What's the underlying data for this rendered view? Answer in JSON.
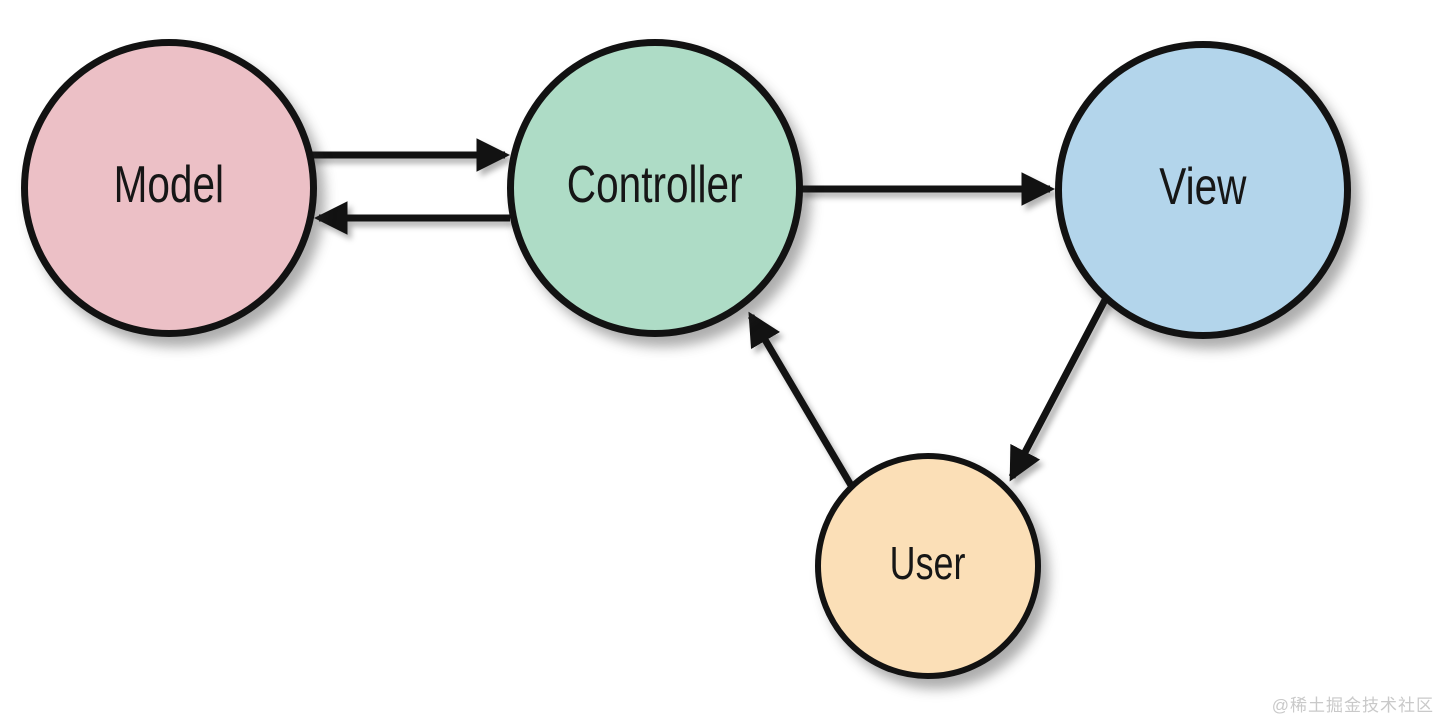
{
  "diagram": {
    "type": "flow-diagram",
    "subject": "MVC pattern with user interaction",
    "nodes": [
      {
        "id": "model",
        "label": "Model",
        "fill": "#ecc0c6"
      },
      {
        "id": "controller",
        "label": "Controller",
        "fill": "#aedcc6"
      },
      {
        "id": "view",
        "label": "View",
        "fill": "#b3d5eb"
      },
      {
        "id": "user",
        "label": "User",
        "fill": "#fbdfb7"
      }
    ],
    "edges": [
      {
        "from": "model",
        "to": "controller"
      },
      {
        "from": "controller",
        "to": "model"
      },
      {
        "from": "controller",
        "to": "view"
      },
      {
        "from": "view",
        "to": "user"
      },
      {
        "from": "user",
        "to": "controller"
      }
    ],
    "line_color": "#121212",
    "text_color": "#161616"
  },
  "watermark": {
    "text": "@稀土掘金技术社区",
    "color": "#c9c9c9"
  }
}
